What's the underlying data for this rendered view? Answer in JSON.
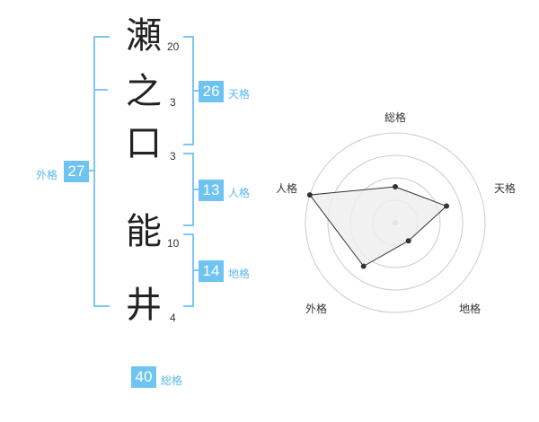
{
  "name": {
    "characters": [
      {
        "char": "瀬",
        "strokes": "20"
      },
      {
        "char": "之",
        "strokes": "3"
      },
      {
        "char": "口",
        "strokes": "3"
      },
      {
        "char": "能",
        "strokes": "10"
      },
      {
        "char": "井",
        "strokes": "4"
      }
    ]
  },
  "scores": {
    "tenkaku": {
      "value": "26",
      "label": "天格"
    },
    "jinkaku": {
      "value": "13",
      "label": "人格"
    },
    "chikaku": {
      "value": "14",
      "label": "地格"
    },
    "gaikaku": {
      "value": "27",
      "label": "外格"
    },
    "soukaku": {
      "value": "40",
      "label": "総格"
    }
  },
  "radar": {
    "axes": [
      "総格",
      "天格",
      "地格",
      "外格",
      "人格"
    ],
    "levels": 4,
    "values": [
      0.4,
      0.6,
      0.25,
      0.6,
      1.0
    ],
    "colors": {
      "ring": "#cccccc",
      "fill": "#eeeeee",
      "line": "#333333",
      "point": "#333333",
      "center": "#bbbbbb"
    }
  },
  "colors": {
    "accent": "#6ec3f0",
    "bracket": "#7cc7f2"
  }
}
